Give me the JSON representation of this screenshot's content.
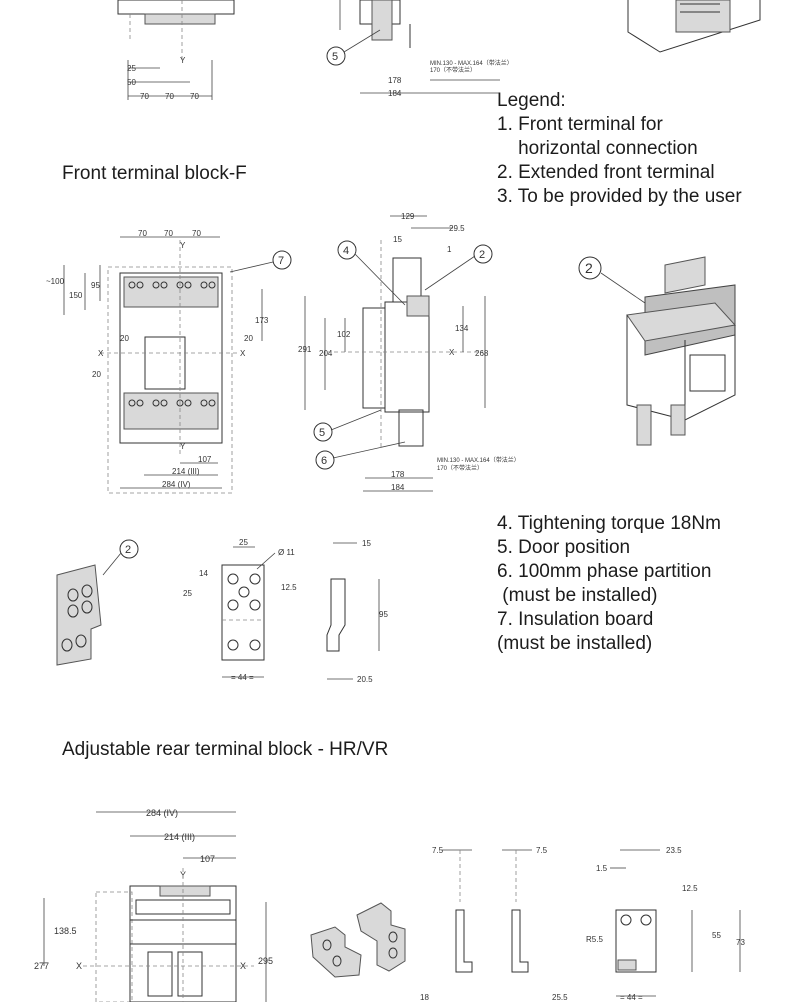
{
  "headings": {
    "front_terminal": "Front terminal block-F",
    "rear_terminal": "Adjustable rear terminal block - HR/VR"
  },
  "legend": {
    "title": "Legend:",
    "items": [
      "1. Front terminal for",
      "    horizontal connection",
      "2. Extended front terminal",
      "3. To be provided by the user"
    ],
    "items2": [
      "4. Tightening torque 18Nm",
      "5. Door position",
      "6. 100mm phase partition",
      " (must be installed)",
      "7. Insulation board",
      "(must be installed)"
    ]
  },
  "callouts": {
    "c2": "2",
    "c4": "4",
    "c5": "5",
    "c6": "6",
    "c7": "7"
  },
  "dims_top": {
    "d25": "25",
    "d50": "50",
    "d70": "70",
    "y": "Y",
    "d178": "178",
    "d184": "184",
    "min_max": "MIN.130 - MAX.164（带法兰）",
    "d170": "170（不带法兰）"
  },
  "dims_front": {
    "d70": "70",
    "d100": "~100",
    "d95": "95",
    "d150": "150",
    "d173": "173",
    "d20": "20",
    "x": "X",
    "y": "Y",
    "d107": "107",
    "d214": "214  (III)",
    "d284": "284  (IV)",
    "d129": "129",
    "d29_5": "29.5",
    "d15": "15",
    "d1": "1",
    "d291": "291",
    "d204": "204",
    "d102": "102",
    "d134": "134",
    "d268": "268",
    "d178": "178",
    "d184": "184",
    "min_max": "MIN.130 - MAX.164（带法兰）",
    "d170": "170（不带法兰）"
  },
  "dims_plate": {
    "d25": "25",
    "d11": "Ø 11",
    "d14": "14",
    "d12_5": "12.5",
    "d44": "= 44 =",
    "d15": "15",
    "d95": "95",
    "d20_5": "20.5"
  },
  "dims_rear": {
    "d284": "284  (IV)",
    "d214": "214  (III)",
    "d107": "107",
    "y": "Y",
    "d138_5": "138.5",
    "d277": "277",
    "d295": "295",
    "x": "X",
    "d7_5a": "7.5",
    "d7_5b": "7.5",
    "d18": "18",
    "d25_5": "25.5",
    "d23_5": "23.5",
    "d1_5": "1.5",
    "d12_5": "12.5",
    "r5_5": "R5.5",
    "d55": "55",
    "d73": "73",
    "d44": "= 44 ="
  }
}
